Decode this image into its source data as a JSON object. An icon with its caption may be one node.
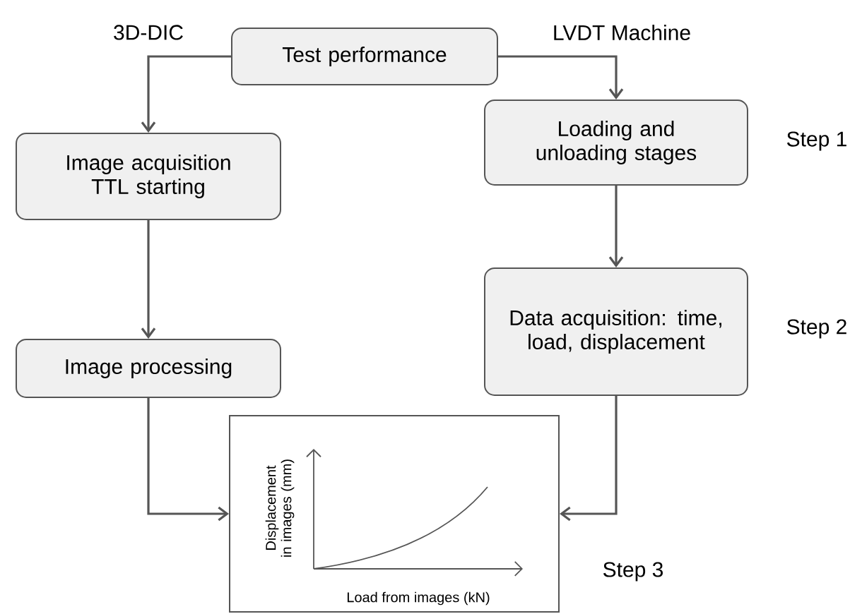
{
  "diagram": {
    "nodes": [
      {
        "text": [
          "Test performance"
        ]
      },
      {
        "text": [
          "Image acquisition TTL starting"
        ]
      },
      {
        "text": [
          "Loading and unloading stages"
        ]
      },
      {
        "text": [
          "Image processing"
        ]
      },
      {
        "text": [
          "Data acquisition: time, load, displacement"
        ]
      },
      {
        "text": [
          "Displacement in images (mm)",
          "Load from images (kN)"
        ]
      }
    ],
    "edges": [
      {
        "from": 0,
        "to": 1,
        "arrow": "to"
      },
      {
        "from": 0,
        "to": 2,
        "arrow": "to"
      },
      {
        "from": 1,
        "to": 3,
        "arrow": "to"
      },
      {
        "from": 2,
        "to": 4,
        "arrow": "to"
      },
      {
        "from": 3,
        "to": 5,
        "arrow": "to"
      },
      {
        "from": 4,
        "to": 5,
        "arrow": "to"
      }
    ],
    "labels": [
      "3D-DIC",
      "LVDT Machine",
      "Step 1",
      "Step 2",
      "Step 3"
    ]
  }
}
